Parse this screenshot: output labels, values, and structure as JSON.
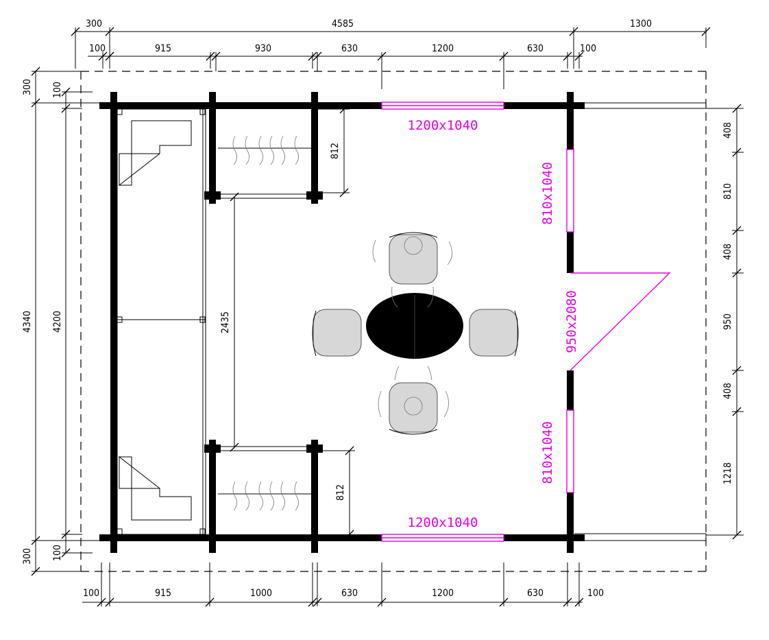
{
  "dimensions": {
    "top_outer": [
      "300",
      "4585",
      "1300"
    ],
    "top_inner": [
      "100",
      "915",
      "930",
      "630",
      "1200",
      "630",
      "100"
    ],
    "bottom": [
      "100",
      "915",
      "1000",
      "630",
      "1200",
      "630",
      "100"
    ],
    "left_outer": [
      "300",
      "4340",
      "300"
    ],
    "left_inner": [
      "100",
      "4200",
      "100"
    ],
    "right": [
      "408",
      "810",
      "408",
      "950",
      "408",
      "1218"
    ],
    "interior_812_top": "812",
    "interior_812_bottom": "812",
    "interior_2435": "2435"
  },
  "openings": {
    "window_top": "1200x1040",
    "window_bottom": "1200x1040",
    "window_right_top": "810x1040",
    "window_right_bottom": "810x1040",
    "door_right": "950x2080"
  },
  "colors": {
    "walls": "#000000",
    "openings": "#e000e0",
    "furniture_fill": "#d7d7d7"
  }
}
